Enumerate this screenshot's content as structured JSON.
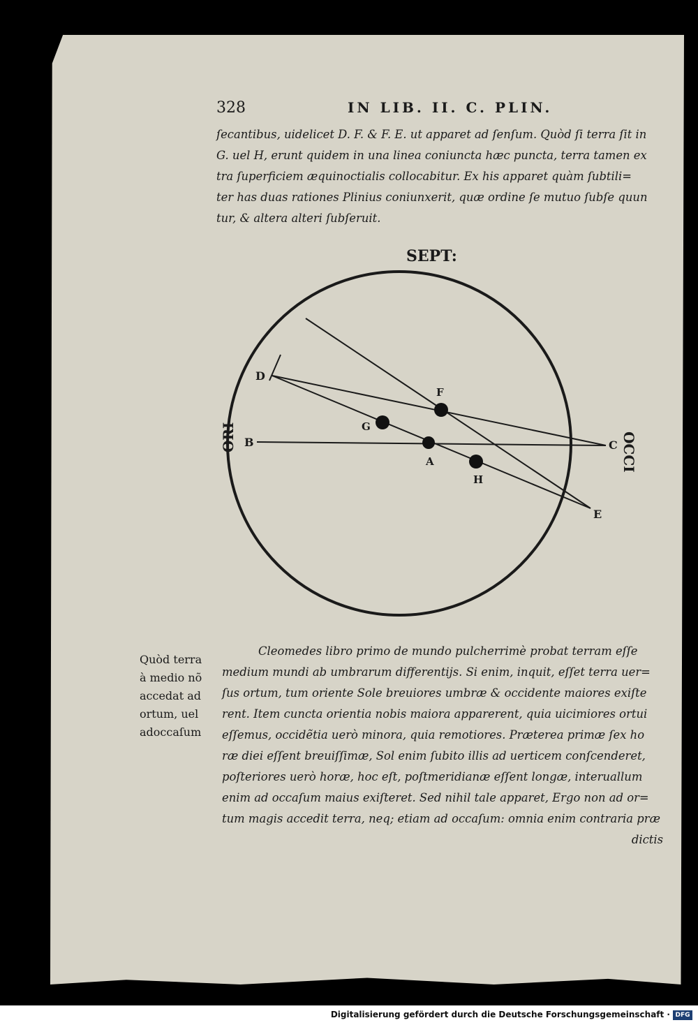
{
  "page": {
    "number": "328",
    "running_head": "IN LIB. II. C. PLIN."
  },
  "paragraph1": [
    "ſecantibus, uidelicet D. F. & F. E. ut apparet ad ſenſum. Quòd ſi terra ſit in",
    "G. uel H, erunt quidem in una linea coniuncta hæc puncta, terra tamen ex",
    "tra ſuperficiem æquinoctialis collocabitur. Ex his apparet quàm ſubtili=",
    "ter has duas rationes Plinius coniunxerit, quæ ordine ſe mutuo ſubſe quun",
    "tur, & altera alteri ſubſeruit."
  ],
  "diagram": {
    "label_top": "SEPT:",
    "label_left": "ORI",
    "label_right": "OCCI",
    "points": {
      "A": "A",
      "B": "B",
      "C": "C",
      "D": "D",
      "E": "E",
      "F": "F",
      "G": "G",
      "H": "H"
    }
  },
  "margin_note": [
    "Quòd terra",
    "à medio nõ",
    "accedat ad",
    "ortum, uel",
    "adoccaſum"
  ],
  "paragraph2": [
    "Cleomedes libro primo de mundo pulcherrimè probat terram eſſe",
    "medium mundi ab umbrarum differentijs. Si enim, inquit, eſſet terra uer=",
    "ſus ortum, tum oriente Sole breuiores umbræ & occidente maiores exiſte",
    "rent. Item cuncta orientia nobis maiora apparerent, quia uicimiores ortui",
    "eſſemus, occidẽtia uerò minora, quia remotiores. Præterea primæ ſex ho",
    "ræ diei eſſent breuiſſimæ, Sol enim ſubito illis ad uerticem conſcenderet,",
    "poſteriores uerò horæ, hoc eſt, poſtmeridianæ eſſent longæ, interuallum",
    "enim ad occaſum maius exiſteret. Sed nihil tale apparet, Ergo non ad or=",
    "tum magis accedit terra, neq; etiam ad occaſum: omnia enim contraria præ"
  ],
  "catchword": "dictis",
  "footer": {
    "text": "Digitalisierung gefördert durch die Deutsche Forschungsgemeinschaft ·",
    "logo": "DFG"
  }
}
